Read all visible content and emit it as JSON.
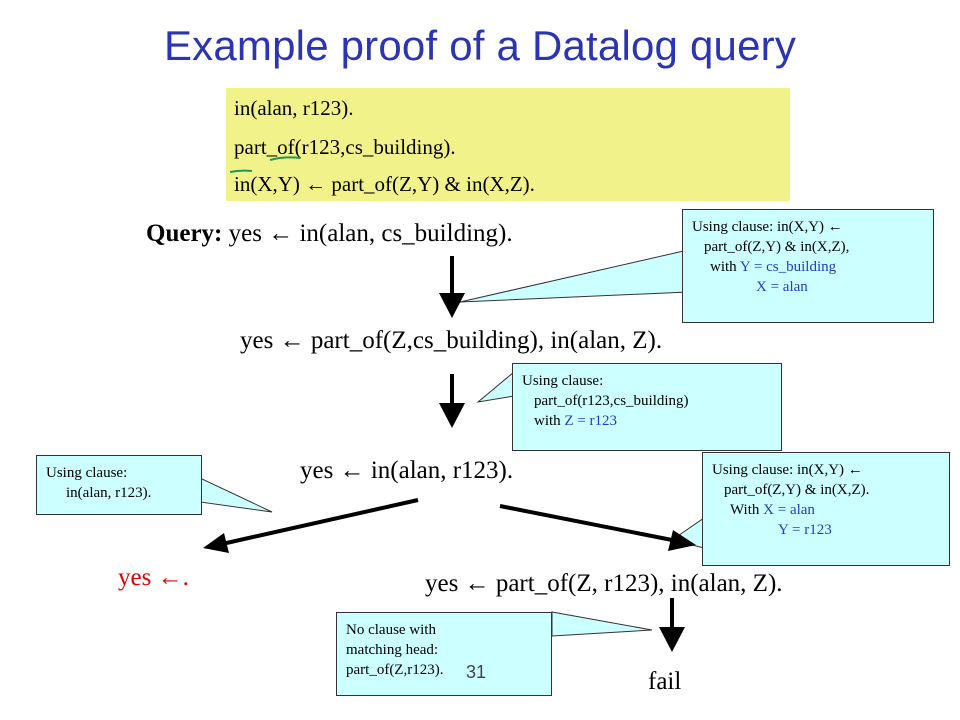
{
  "title": "Example proof of a Datalog query",
  "program": {
    "lines": [
      "in(alan, r123).",
      "part_of(r123,cs_building).",
      "in(X,Y) ← part_of(Z,Y) & in(X,Z)."
    ]
  },
  "query": {
    "label": "Query:",
    "text": "yes ← in(alan, cs_building)."
  },
  "steps": {
    "step1": "yes ← part_of(Z,cs_building), in(alan, Z).",
    "step2": "yes ← in(alan, r123).",
    "yes_result": "yes ←.",
    "step3": "yes ← part_of(Z, r123), in(alan, Z).",
    "fail": "fail"
  },
  "callouts": {
    "c1": {
      "line1": "Using clause: in(X,Y) ←",
      "line2": "part_of(Z,Y) & in(X,Z),",
      "line3_prefix": "with ",
      "line3_binding": "Y = cs_building",
      "line4_binding": "X = alan"
    },
    "c2": {
      "line1": "Using clause:",
      "line2": "part_of(r123,cs_building)",
      "line3_prefix": "with ",
      "line3_binding": "Z = r123"
    },
    "c3": {
      "line1": "Using clause:",
      "line2": "in(alan, r123)."
    },
    "c4": {
      "line1": "Using clause: in(X,Y) ←",
      "line2": "part_of(Z,Y) & in(X,Z).",
      "line3_prefix": "With ",
      "line3_binding": "X = alan",
      "line4_binding": "Y = r123"
    },
    "c5": {
      "line1": "No clause with",
      "line2": "matching head:",
      "line3": "part_of(Z,r123)."
    }
  },
  "slide_number": "31",
  "colors": {
    "title": "#2b34b4",
    "program_bg": "#f2f28a",
    "callout_bg": "#ccffff",
    "binding": "#1f3ec8",
    "yes_result": "#e00000",
    "annotation_mark": "#1a9a5a"
  }
}
